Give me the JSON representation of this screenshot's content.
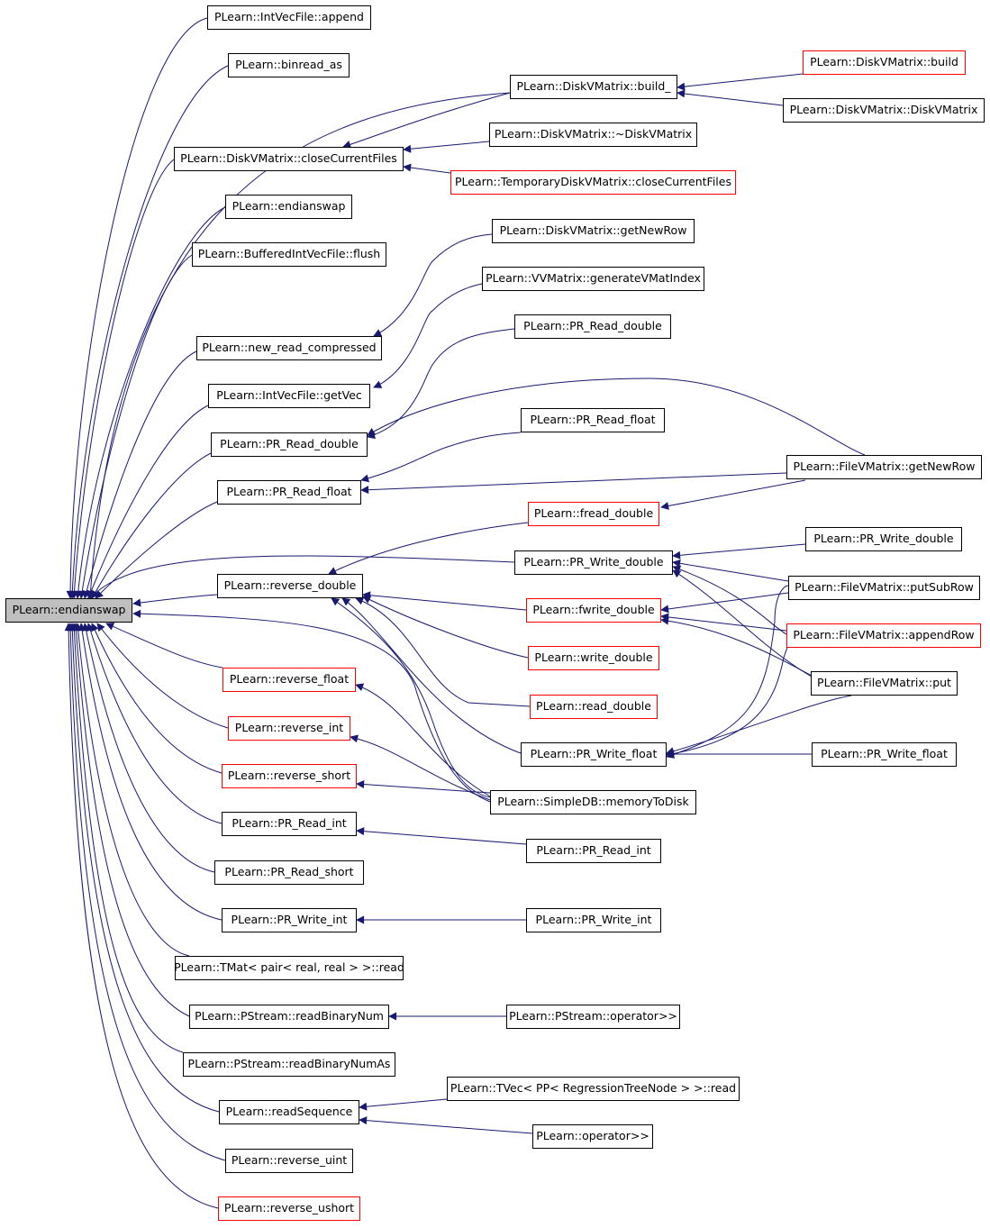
{
  "colors": {
    "edge": "#191970",
    "node_border": "#000000",
    "node_border_external": "#ff0000",
    "root_fill": "#bfbfbf"
  },
  "nodes": {
    "endianswap": "PLearn::endianswap",
    "intvec_append": "PLearn::IntVecFile::append",
    "binread_as": "PLearn::binread_as",
    "diskvm_closecurrentfiles": "PLearn::DiskVMatrix::closeCurrentFiles",
    "endianswap2": "PLearn::endianswap",
    "bufferedintvec_flush": "PLearn::BufferedIntVecFile::flush",
    "new_read_compressed": "PLearn::new_read_compressed",
    "intvec_getvec": "PLearn::IntVecFile::getVec",
    "pr_read_double_mid": "PLearn::PR_Read_double",
    "pr_read_float_mid": "PLearn::PR_Read_float",
    "reverse_double": "PLearn::reverse_double",
    "reverse_float": "PLearn::reverse_float",
    "reverse_int": "PLearn::reverse_int",
    "reverse_short": "PLearn::reverse_short",
    "pr_read_int_mid": "PLearn::PR_Read_int",
    "pr_read_short": "PLearn::PR_Read_short",
    "pr_write_int_mid": "PLearn::PR_Write_int",
    "tmat_read": "PLearn::TMat< pair< real, real > >::read",
    "pstream_readbinarynum": "PLearn::PStream::readBinaryNum",
    "pstream_readbinarynumas": "PLearn::PStream::readBinaryNumAs",
    "readsequence": "PLearn::readSequence",
    "reverse_uint": "PLearn::reverse_uint",
    "reverse_ushort": "PLearn::reverse_ushort",
    "diskvm_build_": "PLearn::DiskVMatrix::build_",
    "diskvm_destructor": "PLearn::DiskVMatrix::~DiskVMatrix",
    "tempdiskvm_closecurrentfiles": "PLearn::TemporaryDiskVMatrix::closeCurrentFiles",
    "diskvm_getnewrow": "PLearn::DiskVMatrix::getNewRow",
    "vvmatrix_generatevmatindex": "PLearn::VVMatrix::generateVMatIndex",
    "pr_read_double_c3": "PLearn::PR_Read_double",
    "pr_read_float_c3": "PLearn::PR_Read_float",
    "fread_double": "PLearn::fread_double",
    "pr_write_double_c3": "PLearn::PR_Write_double",
    "fwrite_double": "PLearn::fwrite_double",
    "write_double": "PLearn::write_double",
    "read_double": "PLearn::read_double",
    "pr_write_float_c3": "PLearn::PR_Write_float",
    "simpledb_memorytodisk": "PLearn::SimpleDB::memoryToDisk",
    "pr_read_int_c3": "PLearn::PR_Read_int",
    "pr_write_int_c3": "PLearn::PR_Write_int",
    "pstream_operator": "PLearn::PStream::operator>>",
    "tvec_read": "PLearn::TVec< PP< RegressionTreeNode > >::read",
    "operator": "PLearn::operator>>",
    "diskvm_build": "PLearn::DiskVMatrix::build",
    "diskvm_diskvmatrix": "PLearn::DiskVMatrix::DiskVMatrix",
    "filevm_getnewrow": "PLearn::FileVMatrix::getNewRow",
    "pr_write_double_c4": "PLearn::PR_Write_double",
    "filevm_putsubrow": "PLearn::FileVMatrix::putSubRow",
    "filevm_appendrow": "PLearn::FileVMatrix::appendRow",
    "filevm_put": "PLearn::FileVMatrix::put",
    "pr_write_float_c4": "PLearn::PR_Write_float"
  }
}
